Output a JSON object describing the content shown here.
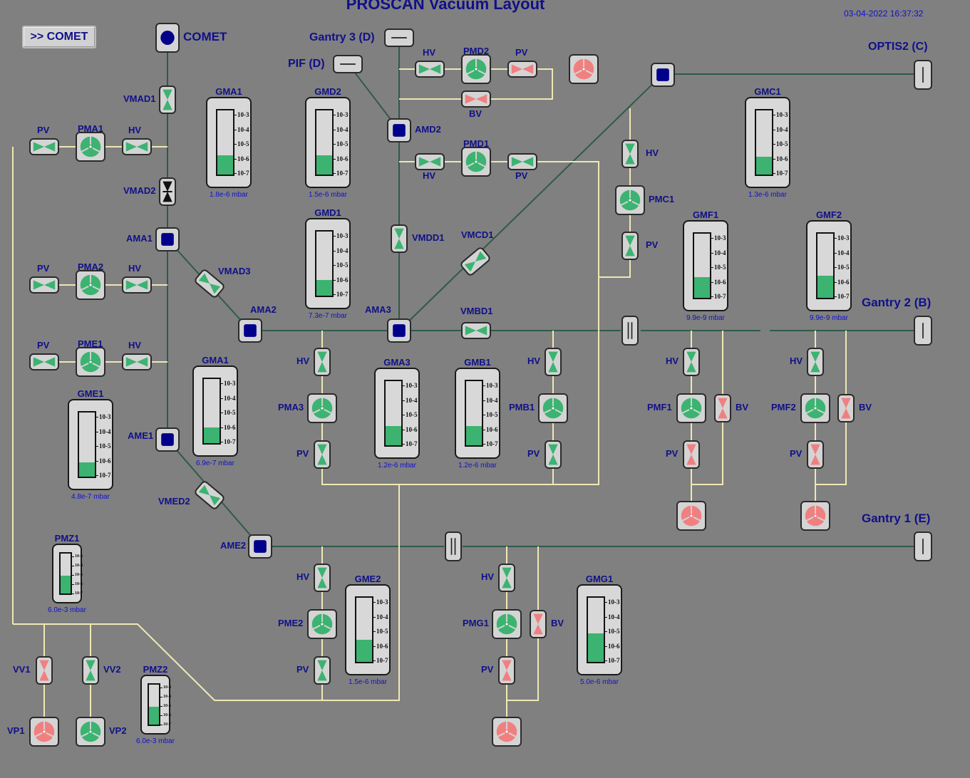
{
  "title": "PROSCAN Vacuum Layout",
  "timestamp": "03-04-2022 16:37:32",
  "comet_button": ">> COMET",
  "colors": {
    "pipe_vacuum": "#2f5a4a",
    "pipe_forevacuum": "#efe8b4",
    "open_valve": "#3cb371",
    "closed_valve": "#f08080",
    "pump_on": "#3cb371",
    "pump_off": "#f08080",
    "pressure_fill": "#3cb371",
    "label": "#10108a"
  },
  "pressure_scale": [
    "10-3",
    "10-4",
    "10-5",
    "10-6",
    "10-7"
  ],
  "area_labels": {
    "comet": "COMET",
    "gantry3": "Gantry 3 (D)",
    "pif": "PIF (D)",
    "optis2": "OPTIS2 (C)",
    "gantry2": "Gantry 2 (B)",
    "gantry1": "Gantry 1 (E)"
  },
  "gauges": [
    {
      "name": "GMA1",
      "value": "1.8e-6 mbar",
      "level": 0.3
    },
    {
      "name": "GMD2",
      "value": "1.5e-6 mbar",
      "level": 0.3
    },
    {
      "name": "GMD1",
      "value": "7.3e-7 mbar",
      "level": 0.24
    },
    {
      "name": "GMC1",
      "value": "1.3e-6 mbar",
      "level": 0.28
    },
    {
      "name": "GMF1",
      "value": "9.9e-9 mbar",
      "level": 0.32
    },
    {
      "name": "GMF2",
      "value": "9.9e-9 mbar",
      "level": 0.34
    },
    {
      "name": "GMA1",
      "value": "6.9e-7 mbar",
      "level": 0.24
    },
    {
      "name": "GMA3",
      "value": "1.2e-6 mbar",
      "level": 0.3
    },
    {
      "name": "GMB1",
      "value": "1.2e-6 mbar",
      "level": 0.3
    },
    {
      "name": "GME1",
      "value": "4.8e-7 mbar",
      "level": 0.22
    },
    {
      "name": "PMZ1",
      "value": "6.0e-3 mbar",
      "level": 0.45
    },
    {
      "name": "GME2",
      "value": "1.5e-6 mbar",
      "level": 0.34
    },
    {
      "name": "GMG1",
      "value": "5.0e-6 mbar",
      "level": 0.44
    },
    {
      "name": "PMZ2",
      "value": "6.0e-3 mbar",
      "level": 0.45
    }
  ],
  "devices": [
    {
      "id": "comet-end",
      "type": "chamber",
      "state": "on"
    },
    {
      "id": "VMAD1",
      "type": "valve",
      "state": "open",
      "label": "VMAD1"
    },
    {
      "id": "VMAD2",
      "type": "valve",
      "state": "shut",
      "label": "VMAD2"
    },
    {
      "id": "AMA1",
      "type": "chamber",
      "state": "on",
      "label": "AMA1"
    },
    {
      "id": "VMAD3",
      "type": "valve",
      "state": "open",
      "label": "VMAD3"
    },
    {
      "id": "AMA2",
      "type": "chamber",
      "state": "on",
      "label": "AMA2"
    },
    {
      "id": "AME1",
      "type": "chamber",
      "state": "on",
      "label": "AME1"
    },
    {
      "id": "VMED2",
      "type": "valve",
      "state": "open",
      "label": "VMED2"
    },
    {
      "id": "AME2",
      "type": "chamber",
      "state": "on",
      "label": "AME2"
    },
    {
      "id": "pma1-pv",
      "type": "valve",
      "state": "open",
      "label": "PV"
    },
    {
      "id": "PMA1",
      "type": "pump",
      "state": "on",
      "label": "PMA1"
    },
    {
      "id": "pma1-hv",
      "type": "valve",
      "state": "open",
      "label": "HV"
    },
    {
      "id": "pma2-pv",
      "type": "valve",
      "state": "open",
      "label": "PV"
    },
    {
      "id": "PMA2",
      "type": "pump",
      "state": "on",
      "label": "PMA2"
    },
    {
      "id": "pma2-hv",
      "type": "valve",
      "state": "open",
      "label": "HV"
    },
    {
      "id": "pme1-pv",
      "type": "valve",
      "state": "open",
      "label": "PV"
    },
    {
      "id": "PME1",
      "type": "pump",
      "state": "on",
      "label": "PME1"
    },
    {
      "id": "pme1-hv",
      "type": "valve",
      "state": "open",
      "label": "HV"
    },
    {
      "id": "gantry3-end",
      "type": "flange",
      "label": "Gantry 3 (D)"
    },
    {
      "id": "pif-end",
      "type": "flange",
      "label": "PIF (D)"
    },
    {
      "id": "pmd2-hv",
      "type": "valve",
      "state": "open",
      "label": "HV"
    },
    {
      "id": "PMD2",
      "type": "pump",
      "state": "on",
      "label": "PMD2"
    },
    {
      "id": "pmd2-pv",
      "type": "valve",
      "state": "closed",
      "label": "PV"
    },
    {
      "id": "pmd2-fore",
      "type": "pump",
      "state": "off"
    },
    {
      "id": "pmd2-bv",
      "type": "valve",
      "state": "closed",
      "label": "BV"
    },
    {
      "id": "AMD2",
      "type": "chamber",
      "state": "on",
      "label": "AMD2"
    },
    {
      "id": "pmd1-hv",
      "type": "valve",
      "state": "open",
      "label": "HV"
    },
    {
      "id": "PMD1",
      "type": "pump",
      "state": "on",
      "label": "PMD1"
    },
    {
      "id": "pmd1-pv",
      "type": "valve",
      "state": "open",
      "label": "PV"
    },
    {
      "id": "VMDD1",
      "type": "valve",
      "state": "open",
      "label": "VMDD1"
    },
    {
      "id": "VMCD1",
      "type": "valve",
      "state": "open",
      "label": "VMCD1"
    },
    {
      "id": "AMA3",
      "type": "chamber",
      "state": "on",
      "label": "AMA3"
    },
    {
      "id": "VMBD1",
      "type": "valve",
      "state": "open",
      "label": "VMBD1"
    },
    {
      "id": "optis2-chamber",
      "type": "chamber",
      "state": "on"
    },
    {
      "id": "optis2-end",
      "type": "flange",
      "label": "OPTIS2 (C)"
    },
    {
      "id": "pmc1-hv",
      "type": "valve",
      "state": "open",
      "label": "HV"
    },
    {
      "id": "PMC1",
      "type": "pump",
      "state": "on",
      "label": "PMC1"
    },
    {
      "id": "pmc1-pv",
      "type": "valve",
      "state": "open",
      "label": "PV"
    },
    {
      "id": "gantry2-window",
      "type": "window"
    },
    {
      "id": "gantry2-end",
      "type": "flange",
      "label": "Gantry 2 (B)"
    },
    {
      "id": "pmf1-hv",
      "type": "valve",
      "state": "open",
      "label": "HV"
    },
    {
      "id": "PMF1",
      "type": "pump",
      "state": "on",
      "label": "PMF1"
    },
    {
      "id": "pmf1-bv",
      "type": "valve",
      "state": "closed",
      "label": "BV"
    },
    {
      "id": "pmf1-pv",
      "type": "valve",
      "state": "closed",
      "label": "PV"
    },
    {
      "id": "pmf1-fore",
      "type": "pump",
      "state": "off"
    },
    {
      "id": "pmf2-hv",
      "type": "valve",
      "state": "open",
      "label": "HV"
    },
    {
      "id": "PMF2",
      "type": "pump",
      "state": "on",
      "label": "PMF2"
    },
    {
      "id": "pmf2-bv",
      "type": "valve",
      "state": "closed",
      "label": "BV"
    },
    {
      "id": "pmf2-pv",
      "type": "valve",
      "state": "closed",
      "label": "PV"
    },
    {
      "id": "pmf2-fore",
      "type": "pump",
      "state": "off"
    },
    {
      "id": "pma3-hv",
      "type": "valve",
      "state": "open",
      "label": "HV"
    },
    {
      "id": "PMA3",
      "type": "pump",
      "state": "on",
      "label": "PMA3"
    },
    {
      "id": "pma3-pv",
      "type": "valve",
      "state": "open",
      "label": "PV"
    },
    {
      "id": "pmb1-hv",
      "type": "valve",
      "state": "open",
      "label": "HV"
    },
    {
      "id": "PMB1",
      "type": "pump",
      "state": "on",
      "label": "PMB1"
    },
    {
      "id": "pmb1-pv",
      "type": "valve",
      "state": "open",
      "label": "PV"
    },
    {
      "id": "gantry1-window",
      "type": "window"
    },
    {
      "id": "gantry1-end",
      "type": "flange",
      "label": "Gantry 1 (E)"
    },
    {
      "id": "pme2-hv",
      "type": "valve",
      "state": "open",
      "label": "HV"
    },
    {
      "id": "PME2",
      "type": "pump",
      "state": "on",
      "label": "PME2"
    },
    {
      "id": "pme2-pv",
      "type": "valve",
      "state": "open",
      "label": "PV"
    },
    {
      "id": "pmg1-hv",
      "type": "valve",
      "state": "open",
      "label": "HV"
    },
    {
      "id": "PMG1",
      "type": "pump",
      "state": "on",
      "label": "PMG1"
    },
    {
      "id": "pmg1-bv",
      "type": "valve",
      "state": "closed",
      "label": "BV"
    },
    {
      "id": "pmg1-pv",
      "type": "valve",
      "state": "closed",
      "label": "PV"
    },
    {
      "id": "pmg1-fore",
      "type": "pump",
      "state": "off"
    },
    {
      "id": "VV1",
      "type": "valve",
      "state": "closed",
      "label": "VV1"
    },
    {
      "id": "VV2",
      "type": "valve",
      "state": "open",
      "label": "VV2"
    },
    {
      "id": "VP1",
      "type": "pump",
      "state": "off",
      "label": "VP1"
    },
    {
      "id": "VP2",
      "type": "pump",
      "state": "on",
      "label": "VP2"
    }
  ]
}
